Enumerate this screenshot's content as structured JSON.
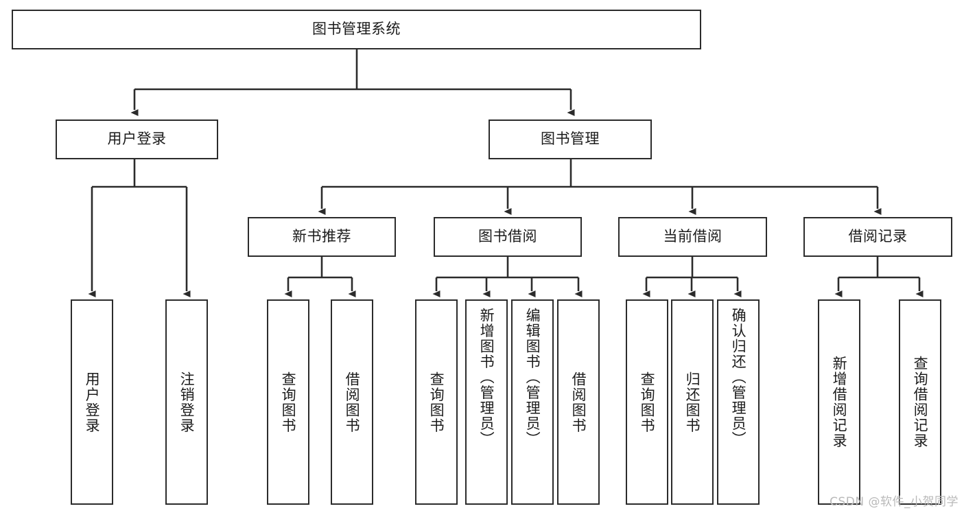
{
  "diagram": {
    "type": "tree-hierarchy-chart",
    "title": "图书管理系统",
    "root": {
      "label": "图书管理系统"
    },
    "level1": [
      {
        "id": "user-login",
        "label": "用户登录"
      },
      {
        "id": "book-management",
        "label": "图书管理"
      }
    ],
    "level2": [
      {
        "id": "new-book-recommend",
        "label": "新书推荐",
        "parent": "book-management"
      },
      {
        "id": "book-borrow",
        "label": "图书借阅",
        "parent": "book-management"
      },
      {
        "id": "current-borrow",
        "label": "当前借阅",
        "parent": "book-management"
      },
      {
        "id": "borrow-record",
        "label": "借阅记录",
        "parent": "book-management"
      }
    ],
    "leaves": [
      {
        "id": "leaf-user-login",
        "label": "用户登录",
        "parent": "user-login"
      },
      {
        "id": "leaf-logout-login",
        "label": "注销登录",
        "parent": "user-login"
      },
      {
        "id": "leaf-query-book-1",
        "label": "查询图书",
        "parent": "new-book-recommend"
      },
      {
        "id": "leaf-borrow-book-1",
        "label": "借阅图书",
        "parent": "new-book-recommend"
      },
      {
        "id": "leaf-query-book-2",
        "label": "查询图书",
        "parent": "book-borrow"
      },
      {
        "id": "leaf-add-book",
        "label": "新增图书（管理员）",
        "parent": "book-borrow"
      },
      {
        "id": "leaf-edit-book",
        "label": "编辑图书（管理员）",
        "parent": "book-borrow"
      },
      {
        "id": "leaf-borrow-book-2",
        "label": "借阅图书",
        "parent": "book-borrow"
      },
      {
        "id": "leaf-query-book-3",
        "label": "查询图书",
        "parent": "current-borrow"
      },
      {
        "id": "leaf-return-book",
        "label": "归还图书",
        "parent": "current-borrow"
      },
      {
        "id": "leaf-confirm-return",
        "label": "确认归还（管理员）",
        "parent": "current-borrow"
      },
      {
        "id": "leaf-add-record",
        "label": "新增借阅记录",
        "parent": "borrow-record"
      },
      {
        "id": "leaf-query-record",
        "label": "查询借阅记录",
        "parent": "borrow-record"
      }
    ]
  },
  "watermark": {
    "text": "CSDN @软件_小贺同学"
  },
  "colors": {
    "stroke": "#2b2b2b",
    "background": "#ffffff",
    "text": "#1b1b1b",
    "watermark": "#b9b9b9"
  }
}
